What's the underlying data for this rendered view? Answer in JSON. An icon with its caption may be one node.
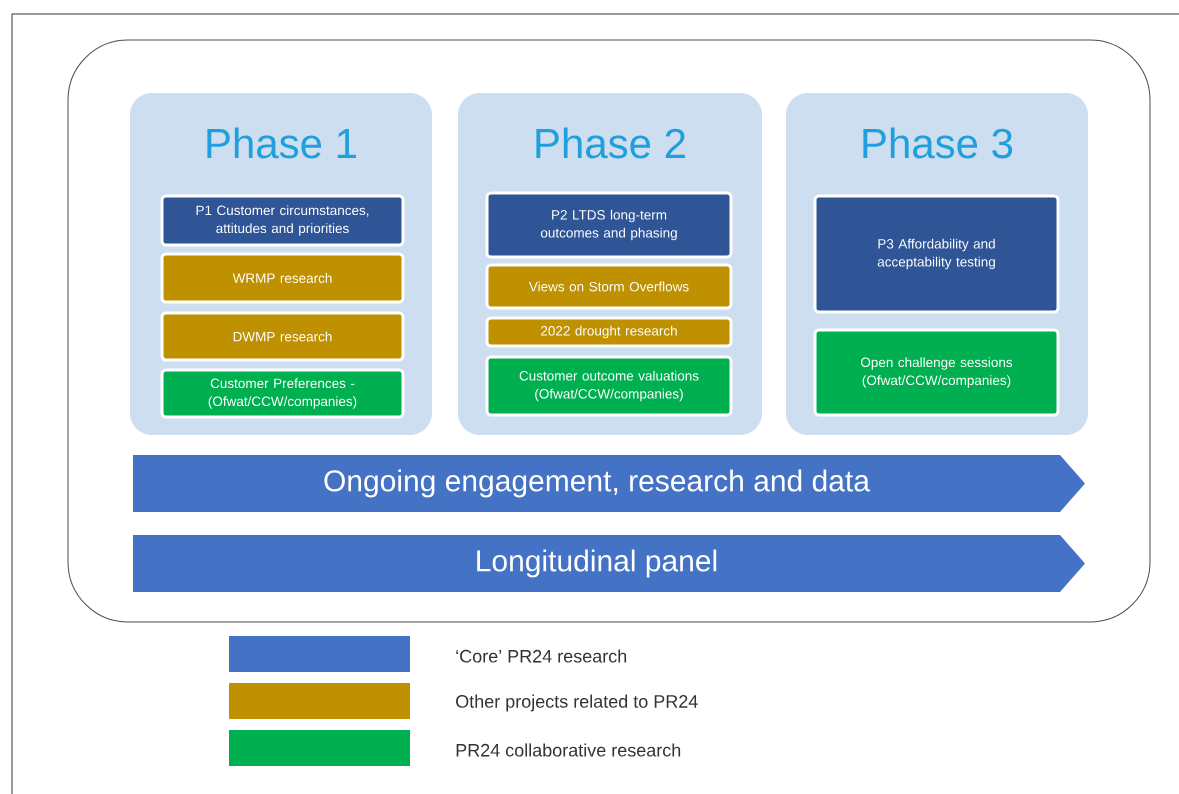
{
  "diagram": {
    "nodes": [
      {
        "text": [],
        "shape": "box"
      },
      {
        "text": [
          "Phase 1"
        ],
        "in": 0
      },
      {
        "text": [
          "P1 Customer circumstances, attitudes and priorities"
        ],
        "in": 1
      },
      {
        "text": [
          "WRMP research"
        ],
        "in": 1
      },
      {
        "text": [
          "DWMP research"
        ],
        "in": 1
      },
      {
        "text": [
          "Customer Preferences - (Ofwat/CCW/companies)"
        ],
        "in": 1
      },
      {
        "text": [
          "Phase 2"
        ],
        "in": 0
      },
      {
        "text": [
          "P2 LTDS long-term outcomes and phasing"
        ],
        "in": 6
      },
      {
        "text": [
          "Views on Storm Overflows"
        ],
        "in": 6
      },
      {
        "text": [
          "2022 drought research"
        ],
        "in": 6
      },
      {
        "text": [
          "Customer outcome valuations (Ofwat/CCW/companies)"
        ],
        "in": 6
      },
      {
        "text": [
          "Phase 3"
        ],
        "in": 0
      },
      {
        "text": [
          "P3 Affordability and acceptability testing"
        ],
        "in": 11
      },
      {
        "text": [
          "Open challenge sessions (Ofwat/CCW/companies)"
        ],
        "in": 11
      },
      {
        "text": [
          "Ongoing engagement, research and data"
        ],
        "in": 0
      },
      {
        "text": [
          "Longitudinal panel"
        ],
        "in": 0
      }
    ],
    "legend": [
      {
        "text": "‘Core’ PR24 research",
        "color": "#4472c4"
      },
      {
        "text": "Other projects related to PR24",
        "color": "#bf9000"
      },
      {
        "text": "PR24 collaborative research",
        "color": "#00b050"
      }
    ]
  }
}
